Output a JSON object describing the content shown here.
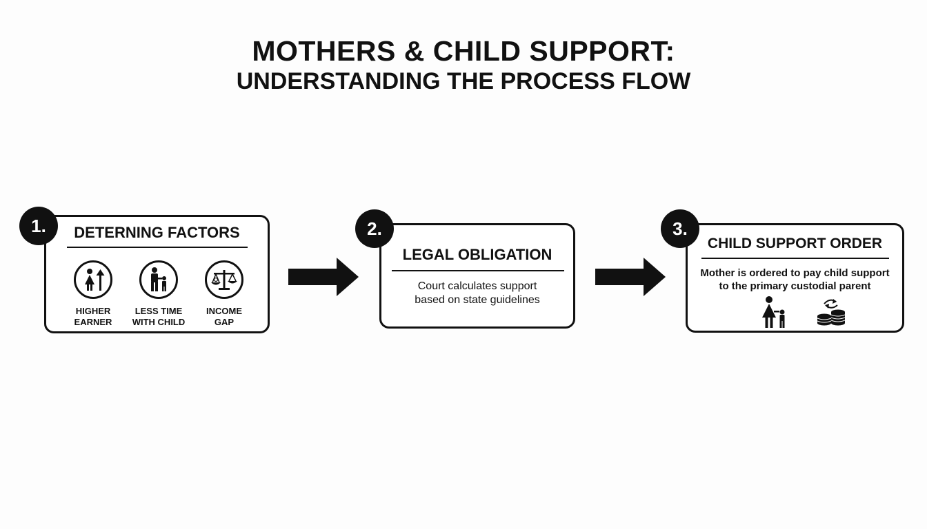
{
  "title": {
    "line1": "MOTHERS & CHILD SUPPORT:",
    "line2": "UNDERSTANDING THE PROCESS FLOW"
  },
  "steps": [
    {
      "number": "1.",
      "title": "DETERNING FACTORS",
      "factors": [
        {
          "icon": "woman-up-arrow-icon",
          "label_line1": "HIGHER",
          "label_line2": "EARNER"
        },
        {
          "icon": "parent-child-icon",
          "label_line1": "LESS TIME",
          "label_line2": "WITH CHILD"
        },
        {
          "icon": "scales-icon",
          "label_line1": "INCOME",
          "label_line2": "GAP"
        }
      ]
    },
    {
      "number": "2.",
      "title": "LEGAL OBLIGATION",
      "body_line1": "Court calculates support",
      "body_line2": "based on state guidelines"
    },
    {
      "number": "3.",
      "title": "CHILD SUPPORT ORDER",
      "body_line1": "Mother is ordered to pay child support",
      "body_line2": "to the primary custodial parent",
      "icons": [
        "mother-child-icon",
        "coin-stack-icon"
      ]
    }
  ],
  "colors": {
    "ink": "#111111",
    "background": "#fdfdfd"
  }
}
